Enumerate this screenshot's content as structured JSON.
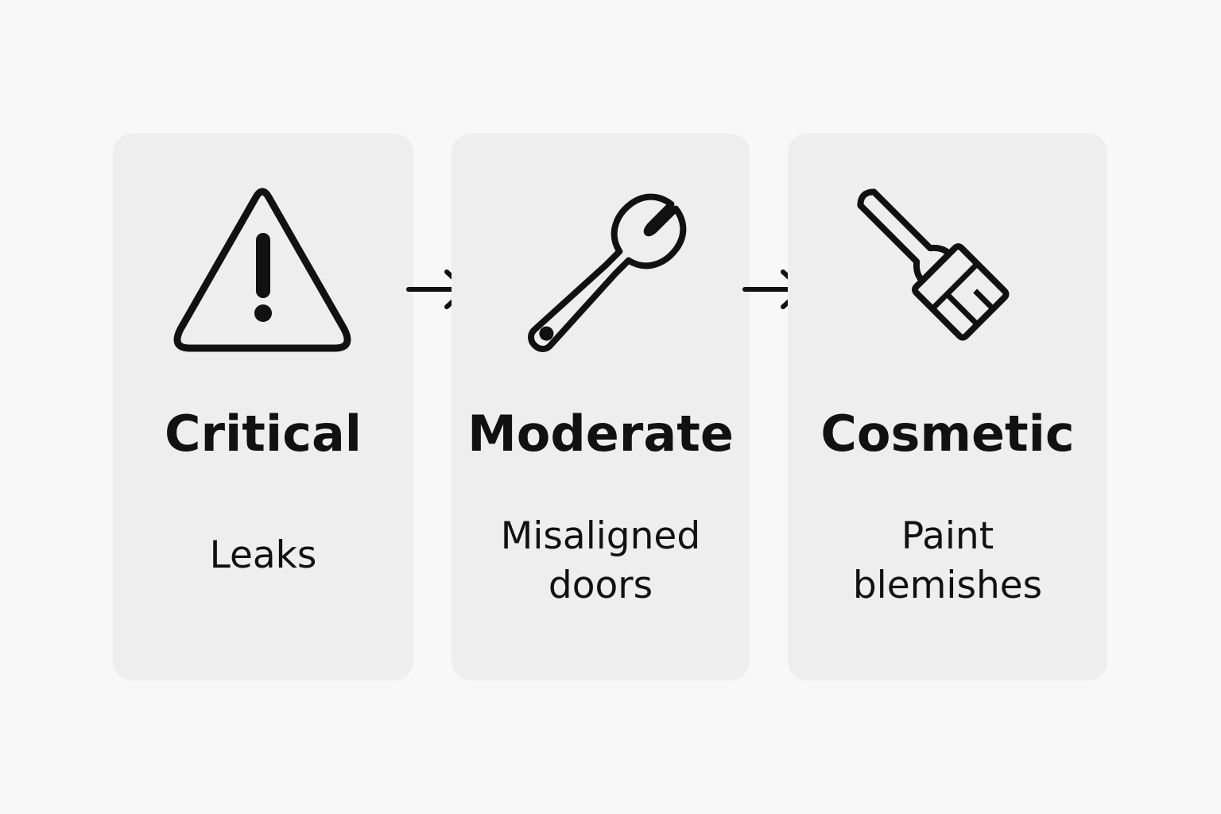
{
  "cards": [
    {
      "title": "Critical",
      "description": "Leaks",
      "icon": "warning-triangle-icon"
    },
    {
      "title": "Moderate",
      "description": "Misaligned\ndoors",
      "icon": "wrench-icon"
    },
    {
      "title": "Cosmetic",
      "description": "Paint\nblemishes",
      "icon": "paintbrush-icon"
    }
  ],
  "arrows": [
    "arrow-right-icon",
    "arrow-right-icon"
  ],
  "colors": {
    "background": "#f8f8f8",
    "card": "#eeeeee",
    "ink": "#111111"
  }
}
